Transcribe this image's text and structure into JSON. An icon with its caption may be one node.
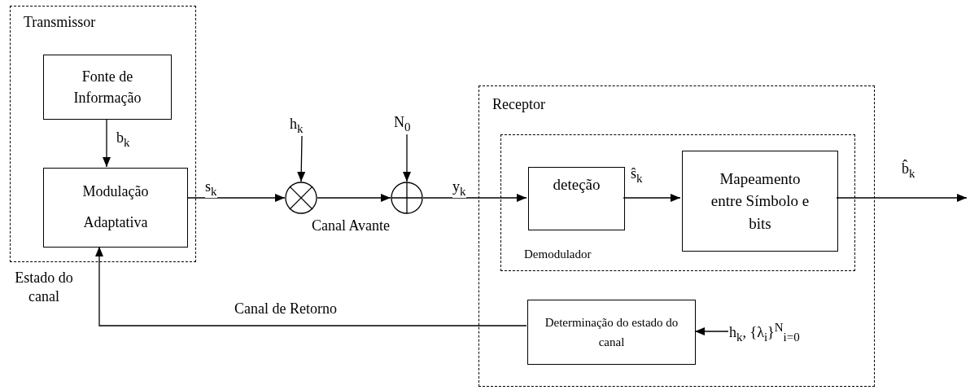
{
  "diagram": {
    "nodes": [
      {
        "text": [
          "Transmissor"
        ]
      },
      {
        "text": [
          "Fonte de Informação"
        ],
        "in": 0
      },
      {
        "text": [
          "Modulação Adaptativa"
        ],
        "in": 0
      },
      {
        "text": [],
        "shape": "circle"
      },
      {
        "text": [],
        "shape": "circle"
      },
      {
        "text": [
          "Receptor"
        ]
      },
      {
        "text": [
          "Demodulador"
        ],
        "in": 5
      },
      {
        "text": [
          "deteção"
        ],
        "in": 6
      },
      {
        "text": [
          "Mapeamento entre Símbolo e bits"
        ],
        "in": 6
      },
      {
        "text": [
          "Determinação do estado do canal"
        ],
        "in": 5
      },
      {
        "text": [
          "h$_{k}$"
        ]
      },
      {
        "text": [
          "N$_{0}$"
        ]
      },
      {
        "text": [
          "h$_{k}$, {λ$_{i}$}$^{N}$$_{i=0}$"
        ],
        "in": 5
      }
    ],
    "edges": [
      {
        "from": 1,
        "to": 2,
        "arrow": "to",
        "label": "b$_{k}$"
      },
      {
        "from": 2,
        "to": 3,
        "arrow": "to",
        "label": "s$_{k}$"
      },
      {
        "from": 10,
        "to": 3,
        "arrow": "to"
      },
      {
        "from": 3,
        "to": 4,
        "arrow": "to"
      },
      {
        "from": 11,
        "to": 4,
        "arrow": "to"
      },
      {
        "from": 4,
        "to": 7,
        "arrow": "to",
        "label": "y$_{k}$"
      },
      {
        "from": 7,
        "to": 8,
        "arrow": "to",
        "label": "ŝ$_{k}$"
      },
      {
        "from": 8,
        "to": null,
        "arrow": "to",
        "label": "b̂$_{k}$"
      },
      {
        "from": 12,
        "to": 9,
        "arrow": "to"
      },
      {
        "from": 9,
        "to": 2,
        "arrow": "to",
        "label": "Canal de Retorno"
      }
    ],
    "labels": [
      "Canal Avante",
      "Estado do canal"
    ]
  }
}
